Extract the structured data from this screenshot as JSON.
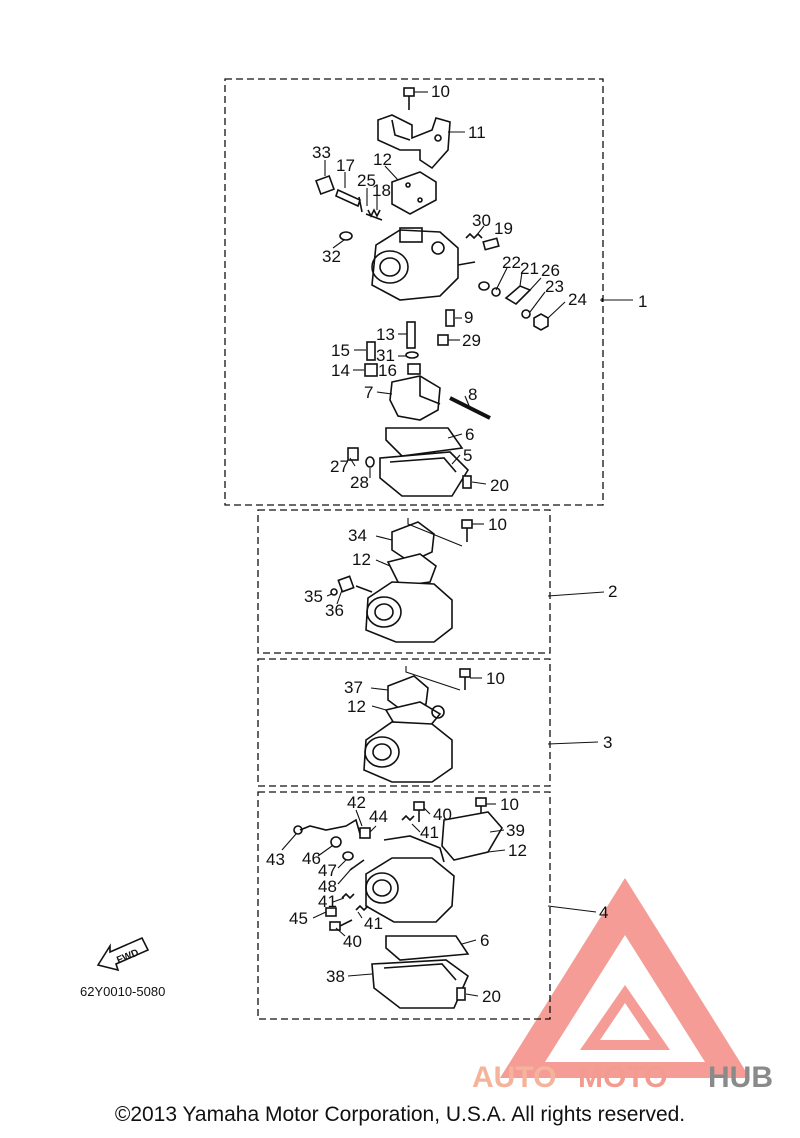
{
  "diagram": {
    "drawing_code": "62Y0010-5080",
    "fwd_label": "FWD",
    "copyright": "©2013 Yamaha Motor Corporation, U.S.A. All rights reserved.",
    "watermark": {
      "part1": "AUTO",
      "part2": "MOTO",
      "part3": "HUB",
      "colors": {
        "auto": "#f4b39a",
        "moto": "#f29b8e",
        "hub": "#8a8a8a",
        "triangle": "#f28b82"
      }
    },
    "groups": [
      {
        "id": "1",
        "label": "1"
      },
      {
        "id": "2",
        "label": "2"
      },
      {
        "id": "3",
        "label": "3"
      },
      {
        "id": "4",
        "label": "4"
      }
    ],
    "callouts": {
      "g1": [
        "10",
        "11",
        "33",
        "17",
        "12",
        "25",
        "18",
        "30",
        "19",
        "32",
        "22",
        "21",
        "26",
        "23",
        "24",
        "1",
        "13",
        "9",
        "15",
        "31",
        "29",
        "14",
        "16",
        "7",
        "8",
        "6",
        "27",
        "5",
        "28",
        "20"
      ],
      "g2": [
        "34",
        "10",
        "12",
        "35",
        "36",
        "2"
      ],
      "g3": [
        "37",
        "10",
        "12",
        "3"
      ],
      "g4": [
        "42",
        "40",
        "10",
        "44",
        "41",
        "39",
        "12",
        "43",
        "46",
        "47",
        "48",
        "41",
        "45",
        "41",
        "40",
        "4",
        "6",
        "38",
        "20"
      ]
    }
  }
}
